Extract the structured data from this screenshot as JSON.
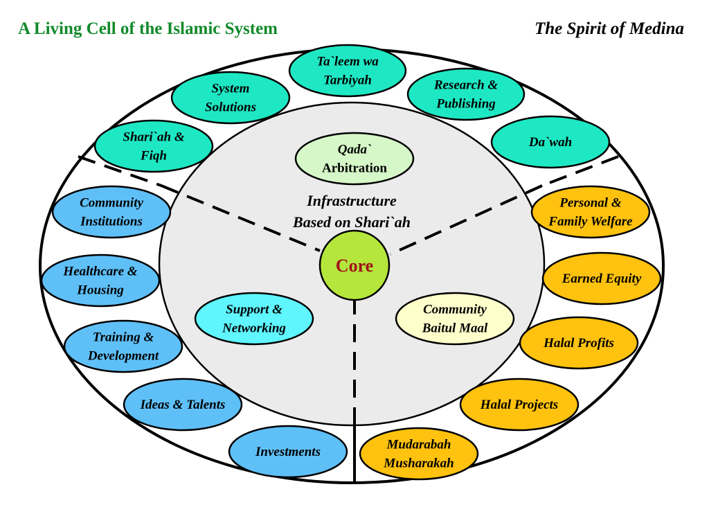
{
  "title": "A Living Cell of the Islamic System",
  "subtitle": "The Spirit of Medina",
  "colors": {
    "title_green": "#118a2a",
    "teal": "#1ee8c4",
    "blue": "#5fc0f8",
    "orange": "#ffc20e",
    "inner_circle": "#ebebeb",
    "qada_green": "#d6f7c8",
    "core_green": "#b5e63c",
    "core_text": "#a0111a",
    "support_cyan": "#5ff6ff",
    "baitul_cream": "#ffffcc"
  },
  "outer": [
    {
      "id": "taleem",
      "lines": [
        "Ta`leem wa",
        "Tarbiyah"
      ],
      "color": "teal"
    },
    {
      "id": "system-solutions",
      "lines": [
        "System",
        "Solutions"
      ],
      "color": "teal"
    },
    {
      "id": "research-publishing",
      "lines": [
        "Research &",
        "Publishing"
      ],
      "color": "teal"
    },
    {
      "id": "shariah-fiqh",
      "lines": [
        "Shari`ah &",
        "Fiqh"
      ],
      "color": "teal"
    },
    {
      "id": "dawah",
      "lines": [
        "Da`wah"
      ],
      "color": "teal"
    },
    {
      "id": "community-institutions",
      "lines": [
        "Community",
        "Institutions"
      ],
      "color": "blue"
    },
    {
      "id": "healthcare-housing",
      "lines": [
        "Healthcare &",
        "Housing"
      ],
      "color": "blue"
    },
    {
      "id": "training-development",
      "lines": [
        "Training &",
        "Development"
      ],
      "color": "blue"
    },
    {
      "id": "ideas-talents",
      "lines": [
        "Ideas & Talents"
      ],
      "color": "blue"
    },
    {
      "id": "investments",
      "lines": [
        "Investments"
      ],
      "color": "blue"
    },
    {
      "id": "personal-family-welfare",
      "lines": [
        "Personal &",
        "Family Welfare"
      ],
      "color": "orange"
    },
    {
      "id": "earned-equity",
      "lines": [
        "Earned Equity"
      ],
      "color": "orange"
    },
    {
      "id": "halal-profits",
      "lines": [
        "Halal Profits"
      ],
      "color": "orange"
    },
    {
      "id": "halal-projects",
      "lines": [
        "Halal Projects"
      ],
      "color": "orange"
    },
    {
      "id": "mudarabah-musharakah",
      "lines": [
        "Mudarabah",
        "Musharakah"
      ],
      "color": "orange"
    }
  ],
  "inner": [
    {
      "id": "qada-arbitration",
      "lines": [
        "Qada`",
        "Arbitration"
      ],
      "color": "qada_green",
      "upright_lines": [
        1
      ]
    },
    {
      "id": "support-networking",
      "lines": [
        "Support &",
        "Networking"
      ],
      "color": "support_cyan",
      "upright_lines": []
    },
    {
      "id": "community-baitul-maal",
      "lines": [
        "Community",
        "Baitul Maal"
      ],
      "color": "baitul_cream",
      "upright_lines": []
    }
  ],
  "infrastructure_label": [
    "Infrastructure",
    "Based on Shari`ah"
  ],
  "core_label": "Core"
}
